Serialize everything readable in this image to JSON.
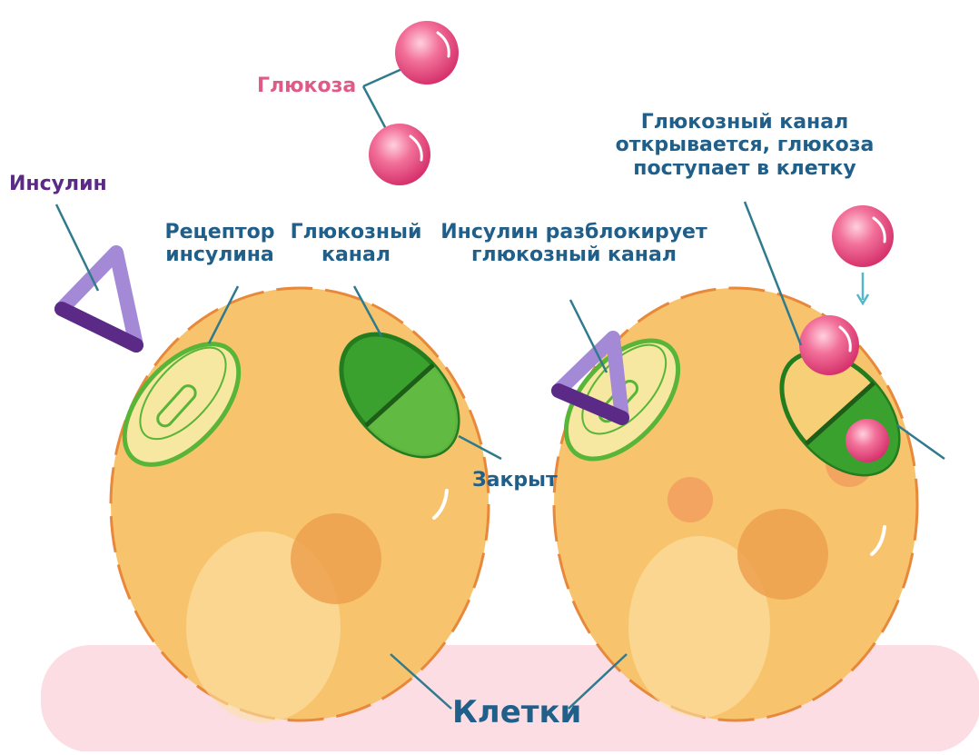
{
  "labels": {
    "glucose": "Глюкоза",
    "insulin": "Инсулин",
    "insulin_receptor": [
      "Рецептор",
      "инсулина"
    ],
    "glucose_channel": [
      "Глюкозный",
      "канал"
    ],
    "closed": "Закрыт",
    "insulin_unblocks": [
      "Инсулин разблокирует",
      "глюкозный канал"
    ],
    "channel_opens": [
      "Глюкозный канал",
      "открывается, глюкоза",
      "поступает в клетку"
    ],
    "cells": "Клетки"
  },
  "colors": {
    "label_blue": "#1f5f8a",
    "glucose_pink": "#e05a86",
    "insulin_purple": "#5b2a86",
    "cell_fill": "#f7c46d",
    "cell_outline": "#e8883a",
    "channel_green": "#3aa12f",
    "ground_pink": "#fbdde3"
  }
}
